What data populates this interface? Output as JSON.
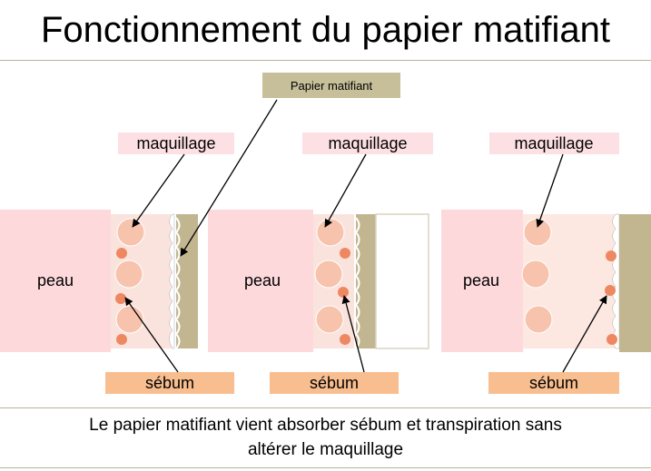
{
  "title": "Fonctionnement du papier matifiant",
  "caption_line1": "Le papier matifiant vient absorber sébum et transpiration sans",
  "caption_line2": "altérer le maquillage",
  "labels": {
    "paper": "Papier matifiant",
    "makeup": "maquillage",
    "skin": "peau",
    "sebum": "sébum"
  },
  "colors": {
    "skin_fill": "#fdd9dc",
    "makeup_label": "#fde0e3",
    "sebum_label": "#f9be8f",
    "paper_label": "#c6bf9a",
    "paper_fill": "#c2b691",
    "sebum_dot": "#ee8862",
    "makeup_dot": "#f7c3ad"
  }
}
